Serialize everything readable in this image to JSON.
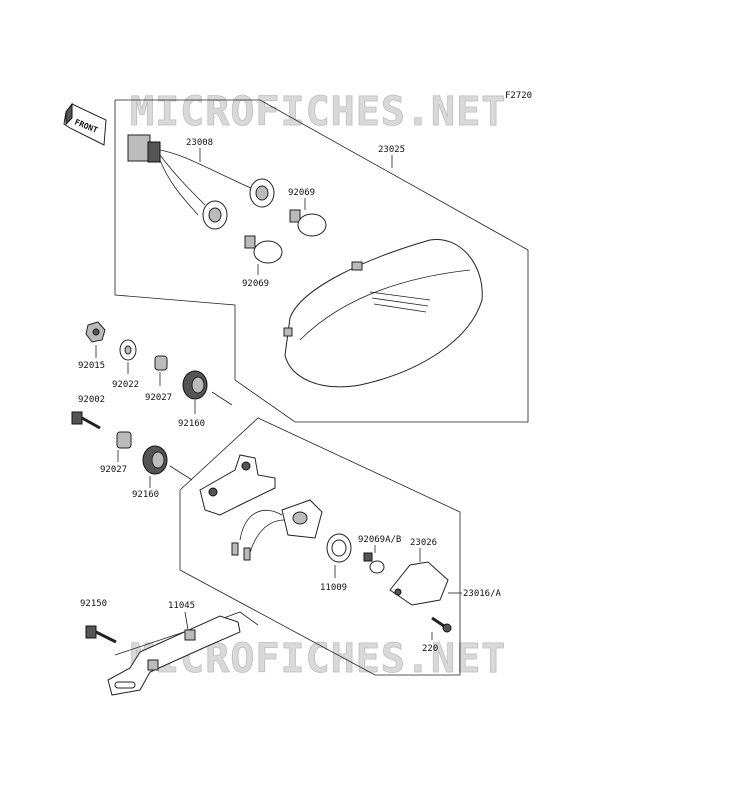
{
  "watermark": "MICROFICHES.NET",
  "figure_code": "F2720",
  "front_label": "FRONT",
  "parts": {
    "p23008": "23008",
    "p23025": "23025",
    "p92069_top": "92069",
    "p92069_bottom": "92069",
    "p92015": "92015",
    "p92022": "92022",
    "p92027_a": "92027",
    "p92160_a": "92160",
    "p92002": "92002",
    "p92027_b": "92027",
    "p92160_b": "92160",
    "p92069ab": "92069A/B",
    "p23026": "23026",
    "p11009": "11009",
    "p23016a": "23016/A",
    "p220": "220",
    "p92150": "92150",
    "p11045": "11045"
  }
}
